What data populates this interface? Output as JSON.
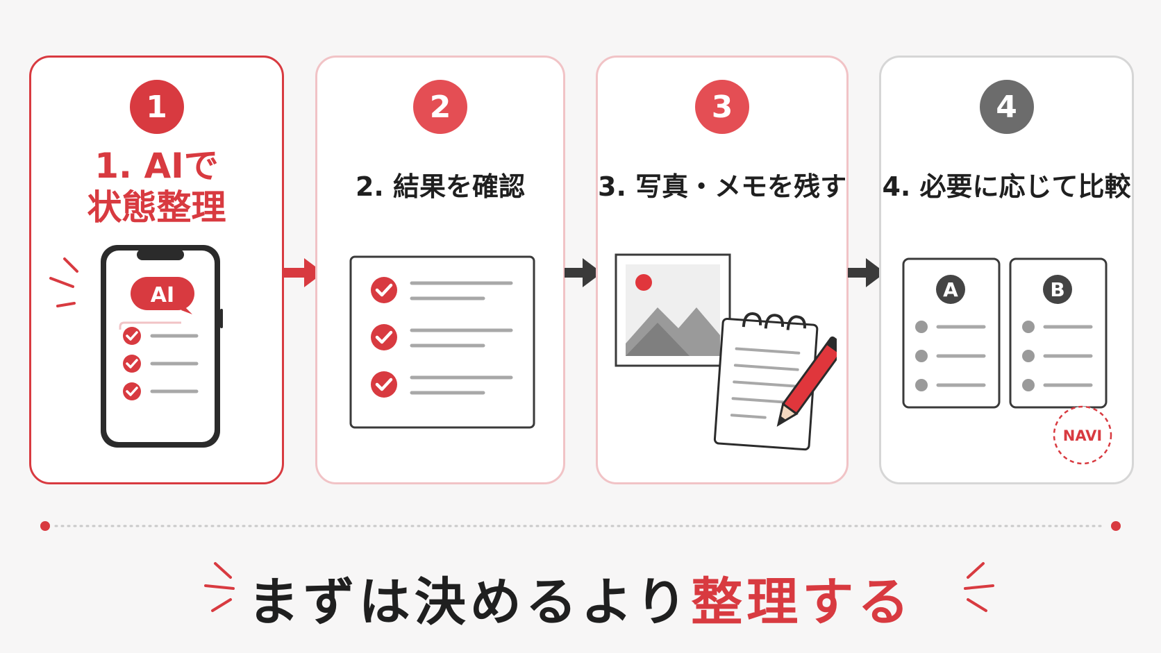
{
  "steps": [
    {
      "badge": "1",
      "title_line1": "1. AIで",
      "title_line2": "状態整理",
      "ai_label": "AI"
    },
    {
      "badge": "2",
      "title": "2. 結果を確認"
    },
    {
      "badge": "3",
      "title": "3. 写真・メモを残す"
    },
    {
      "badge": "4",
      "title": "4. 必要に応じて比較",
      "option_a": "A",
      "option_b": "B",
      "stamp": "NAVI"
    }
  ],
  "tagline": {
    "plain": "まずは決めるより",
    "highlight": "整理する"
  },
  "colors": {
    "accent": "#d83a40",
    "accent_soft": "#f1c3c6",
    "neutral": "#6c6c6c",
    "dark": "#333333"
  }
}
